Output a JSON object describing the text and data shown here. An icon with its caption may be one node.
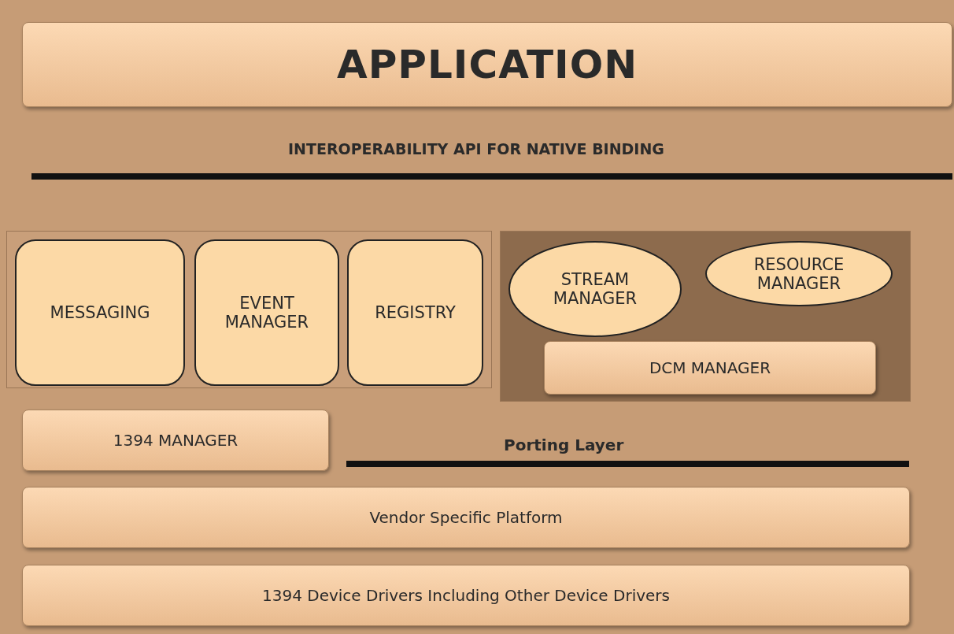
{
  "diagram": {
    "nodes": [
      {
        "text": [
          "APPLICATION"
        ]
      },
      {
        "text": [],
        "shape": "box"
      },
      {
        "text": [
          "MESSAGING"
        ],
        "in": 1
      },
      {
        "text": [
          "EVENT MANAGER"
        ],
        "in": 1
      },
      {
        "text": [
          "REGISTRY"
        ],
        "in": 1
      },
      {
        "text": [],
        "shape": "box"
      },
      {
        "text": [
          "STREAM MANAGER"
        ],
        "in": 5
      },
      {
        "text": [
          "RESOURCE MANAGER"
        ],
        "in": 5
      },
      {
        "text": [
          "DCM MANAGER"
        ],
        "in": 5
      },
      {
        "text": [
          "1394 MANAGER"
        ]
      },
      {
        "text": [
          "Vendor Specific Platform"
        ]
      },
      {
        "text": [
          "1394 Device Drivers Including Other Device Drivers"
        ]
      }
    ],
    "edges": [],
    "labels": [
      "INTEROPERABILITY API FOR NATIVE BINDING",
      "Porting Layer"
    ]
  }
}
